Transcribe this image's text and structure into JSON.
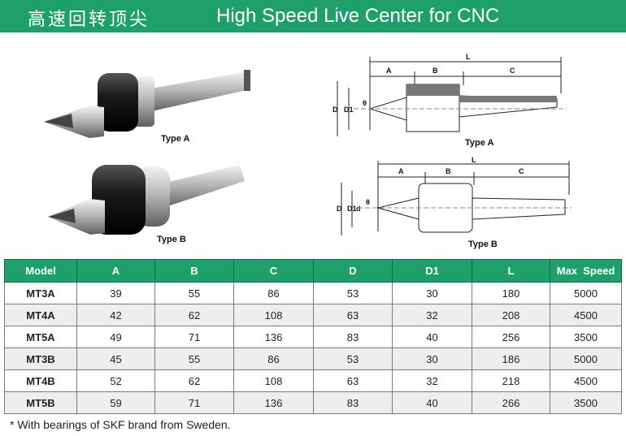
{
  "header": {
    "title_cn": "高速回转顶尖",
    "title_en": "High Speed Live Center for CNC"
  },
  "photos": [
    {
      "caption": "Type A"
    },
    {
      "caption": "Type B"
    }
  ],
  "drawings": [
    {
      "caption": "Type A",
      "dims": [
        "A",
        "B",
        "L",
        "C",
        "D",
        "D1",
        "θ"
      ]
    },
    {
      "caption": "Type B",
      "dims": [
        "A",
        "B",
        "L",
        "C",
        "D",
        "D1",
        "θ",
        "d"
      ]
    }
  ],
  "table": {
    "headers": [
      "Model",
      "A",
      "B",
      "C",
      "D",
      "D1",
      "L",
      "Max  Speed"
    ],
    "rows": [
      [
        "MT3A",
        "39",
        "55",
        "86",
        "53",
        "30",
        "180",
        "5000"
      ],
      [
        "MT4A",
        "42",
        "62",
        "108",
        "63",
        "32",
        "208",
        "4500"
      ],
      [
        "MT5A",
        "49",
        "71",
        "136",
        "83",
        "40",
        "256",
        "3500"
      ],
      [
        "MT3B",
        "45",
        "55",
        "86",
        "53",
        "30",
        "186",
        "5000"
      ],
      [
        "MT4B",
        "52",
        "62",
        "108",
        "63",
        "32",
        "218",
        "4500"
      ],
      [
        "MT5B",
        "59",
        "71",
        "136",
        "83",
        "40",
        "266",
        "3500"
      ]
    ]
  },
  "footnote": "* With bearings of SKF brand from Sweden.",
  "colors": {
    "accent": "#1fa06a",
    "row_alt": "#eeeeee"
  }
}
